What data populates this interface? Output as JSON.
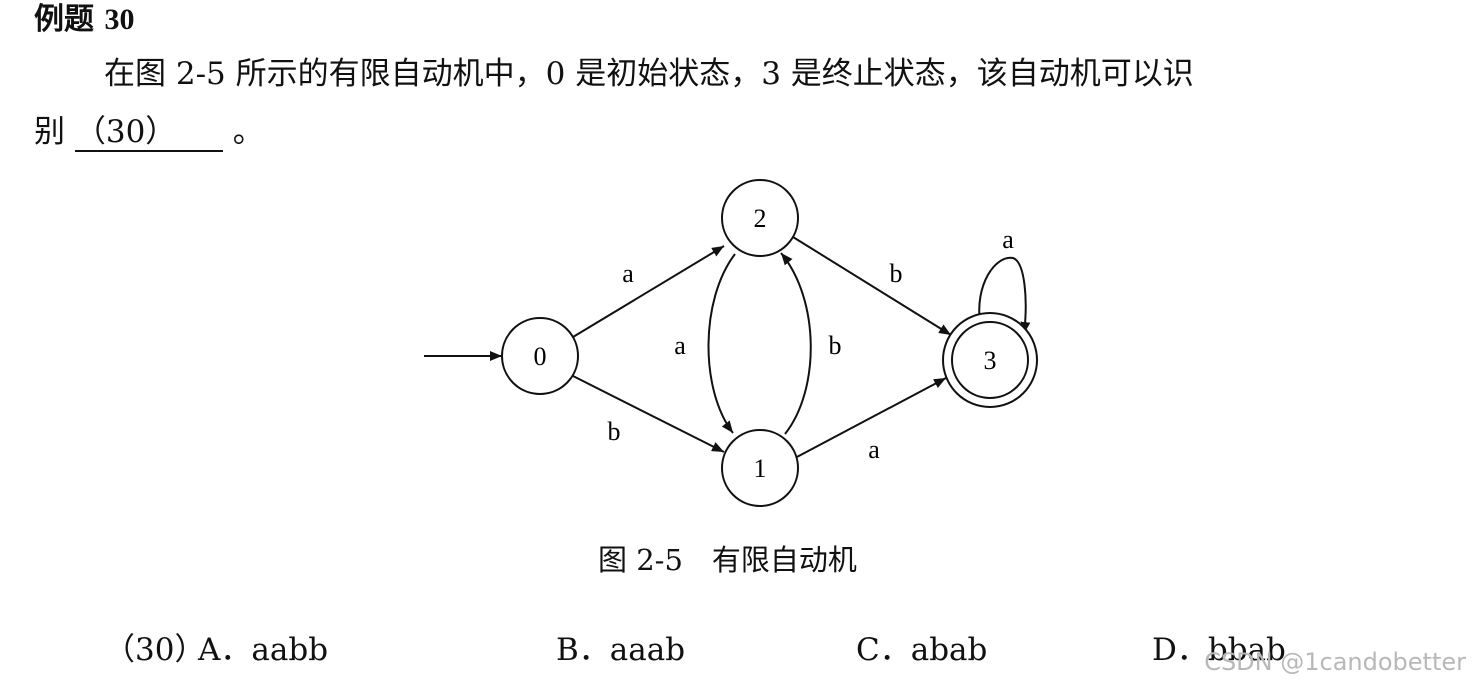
{
  "title": {
    "label": "例题",
    "number": "30"
  },
  "question": {
    "line1": "在图 2-5 所示的有限自动机中，0 是初始状态，3 是终止状态，该自动机可以识",
    "line2_start": "别",
    "blank": "（30）",
    "line2_end": "。"
  },
  "diagram": {
    "states": [
      {
        "id": "0",
        "label": "0",
        "initial": true,
        "final": false
      },
      {
        "id": "1",
        "label": "1",
        "initial": false,
        "final": false
      },
      {
        "id": "2",
        "label": "2",
        "initial": false,
        "final": false
      },
      {
        "id": "3",
        "label": "3",
        "initial": false,
        "final": true
      }
    ],
    "transitions": [
      {
        "from": "0",
        "to": "2",
        "symbol": "a"
      },
      {
        "from": "0",
        "to": "1",
        "symbol": "b"
      },
      {
        "from": "2",
        "to": "1",
        "symbol": "a"
      },
      {
        "from": "1",
        "to": "2",
        "symbol": "b"
      },
      {
        "from": "2",
        "to": "3",
        "symbol": "b"
      },
      {
        "from": "1",
        "to": "3",
        "symbol": "a"
      },
      {
        "from": "3",
        "to": "3",
        "symbol": "a"
      }
    ],
    "caption": "图 2-5　有限自动机"
  },
  "options": {
    "prefix": "（30）",
    "a": "A．aabb",
    "b": "B．aaab",
    "c": "C．abab",
    "d": "D．bbab"
  },
  "watermark": "CSDN @1candobetter"
}
